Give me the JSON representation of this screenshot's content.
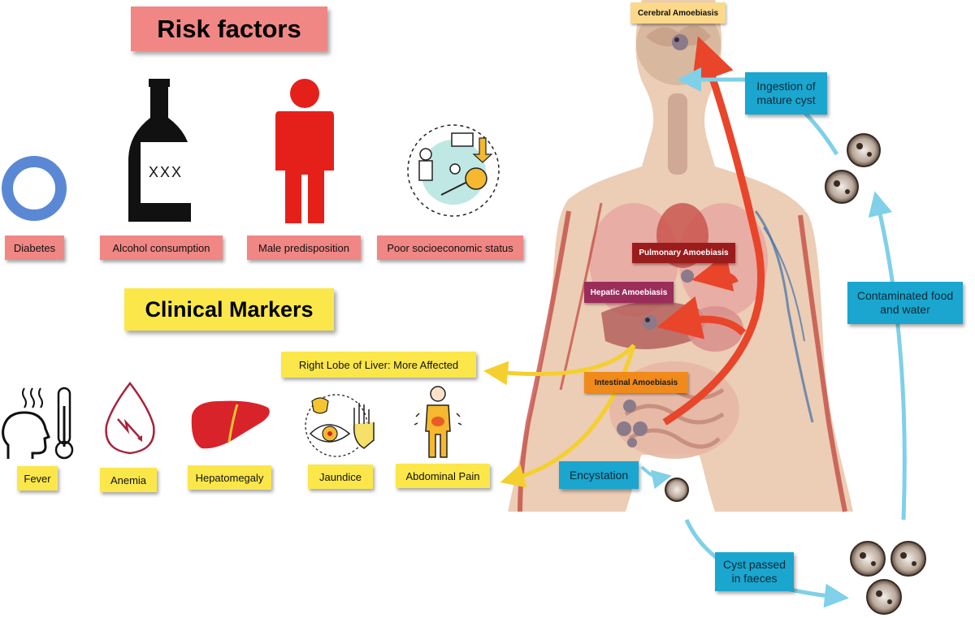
{
  "risk_factors": {
    "heading": "Risk factors",
    "items": [
      {
        "label": "Diabetes",
        "icon": "diabetes-ring-icon"
      },
      {
        "label": "Alcohol consumption",
        "icon": "bottle-icon",
        "bottle_text": "XXX"
      },
      {
        "label": "Male predisposition",
        "icon": "male-person-icon"
      },
      {
        "label": "Poor socioeconomic status",
        "icon": "socioeconomic-icon"
      }
    ]
  },
  "clinical_markers": {
    "heading": "Clinical Markers",
    "callout": "Right Lobe of Liver: More Affected",
    "items": [
      {
        "label": "Fever",
        "icon": "fever-thermometer-icon"
      },
      {
        "label": "Anemia",
        "icon": "blood-drop-icon"
      },
      {
        "label": "Hepatomegaly",
        "icon": "liver-icon"
      },
      {
        "label": "Jaundice",
        "icon": "jaundice-eye-icon"
      },
      {
        "label": "Abdominal Pain",
        "icon": "abdominal-pain-icon"
      }
    ]
  },
  "body_sites": {
    "cerebral": "Cerebral Amoebiasis",
    "pulmonary": "Pulmonary Amoebiasis",
    "hepatic": "Hepatic Amoebiasis",
    "intestinal": "Intestinal Amoebiasis"
  },
  "life_cycle": {
    "ingestion": "Ingestion of mature cyst",
    "contaminated": "Contaminated food and water",
    "encystation": "Encystation",
    "cyst_passed": "Cyst passed in faeces"
  },
  "colors": {
    "pink_label": "#f08784",
    "yellow_label": "#fbe74a",
    "cyan_label": "#1aa6cf",
    "cerebral_tag": "#fcd98a",
    "pulmonary_tag": "#9b1c1c",
    "hepatic_tag": "#9b2d5a",
    "intestinal_tag": "#f08a1a",
    "red_arrow": "#e8452a",
    "cyan_arrow": "#7fd0e8",
    "yellow_arrow": "#f5cf2e"
  }
}
